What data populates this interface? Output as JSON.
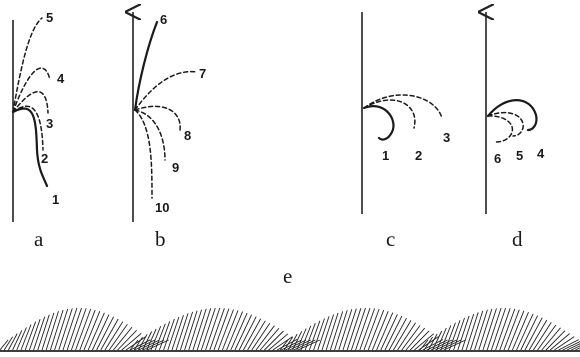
{
  "panels": {
    "a": {
      "label": "a",
      "curves": [
        "1",
        "2",
        "3",
        "4",
        "5"
      ]
    },
    "b": {
      "label": "b",
      "curves": [
        "6",
        "7",
        "8",
        "9",
        "10"
      ]
    },
    "c": {
      "label": "c",
      "curves": [
        "1",
        "2",
        "3"
      ]
    },
    "d": {
      "label": "d",
      "curves": [
        "4",
        "5",
        "6"
      ]
    },
    "e": {
      "label": "e"
    }
  }
}
